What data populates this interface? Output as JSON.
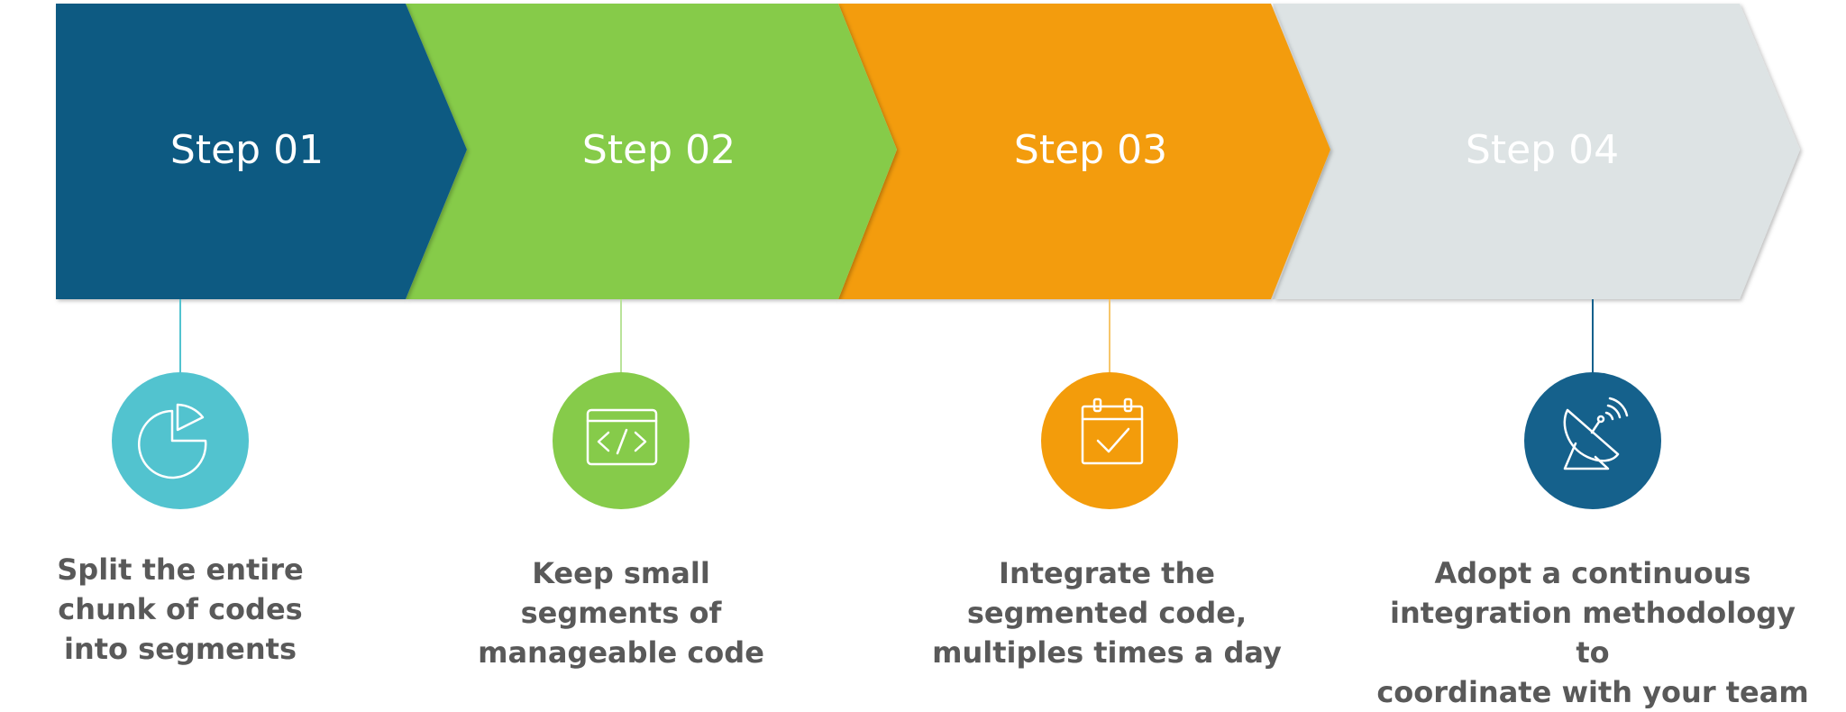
{
  "steps": [
    {
      "label": "Step 01",
      "color": "#0b5a82",
      "icon": "pie-chart-icon",
      "icon_color": "#52c3cf",
      "line_color": "#52c3cf",
      "description_lines": [
        "Split the entire",
        "chunk of codes",
        "into segments"
      ]
    },
    {
      "label": "Step 02",
      "color": "#86cb4a",
      "icon": "code-window-icon",
      "icon_color": "#86cb4a",
      "line_color": "#b9e39a",
      "description_lines": [
        "Keep small",
        "segments of",
        "manageable code"
      ]
    },
    {
      "label": "Step 03",
      "color": "#f39c0b",
      "icon": "calendar-check-icon",
      "icon_color": "#f39c0b",
      "line_color": "#f7c66c",
      "description_lines": [
        "Integrate the",
        "segmented code,",
        "multiples times a day"
      ]
    },
    {
      "label": "Step 04",
      "color": "#dde3e4",
      "icon": "satellite-dish-icon",
      "icon_color": "#15618c",
      "line_color": "#15618c",
      "description_lines": [
        "Adopt a continuous",
        "integration methodology to",
        "coordinate with your team"
      ]
    }
  ]
}
